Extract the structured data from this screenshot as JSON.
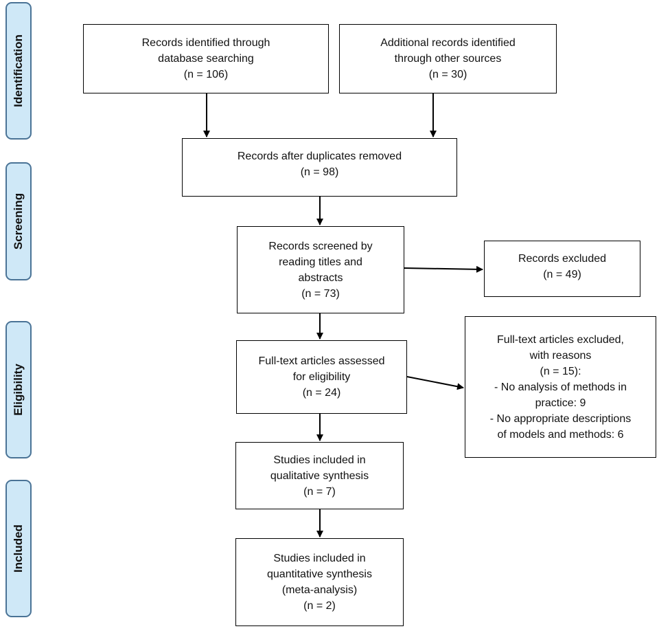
{
  "stages": [
    {
      "label": "Identification"
    },
    {
      "label": "Screening"
    },
    {
      "label": "Eligibility"
    },
    {
      "label": "Included"
    }
  ],
  "boxes": {
    "database_records": {
      "lines": [
        "Records identified through",
        "database searching",
        "(n = 106)"
      ]
    },
    "other_sources": {
      "lines": [
        "Additional records identified",
        "through other sources",
        "(n = 30)"
      ]
    },
    "after_duplicates": {
      "lines": [
        "Records after duplicates removed",
        "(n = 98)"
      ]
    },
    "screened": {
      "lines": [
        "Records screened by",
        "reading titles and",
        "abstracts",
        "(n = 73)"
      ]
    },
    "excluded": {
      "lines": [
        "Records excluded",
        "(n = 49)"
      ]
    },
    "fulltext_assessed": {
      "lines": [
        "Full-text articles assessed",
        "for eligibility",
        "(n = 24)"
      ]
    },
    "fulltext_excluded": {
      "lines": [
        "Full-text articles excluded,",
        "with reasons",
        "(n = 15):",
        "- No analysis of methods in",
        "practice: 9",
        "- No appropriate descriptions",
        "of models and methods: 6"
      ]
    },
    "qualitative": {
      "lines": [
        "Studies included in",
        "qualitative synthesis",
        "(n = 7)"
      ]
    },
    "quantitative": {
      "lines": [
        "Studies included in",
        "quantitative synthesis",
        "(meta-analysis)",
        "(n = 2)"
      ]
    }
  }
}
